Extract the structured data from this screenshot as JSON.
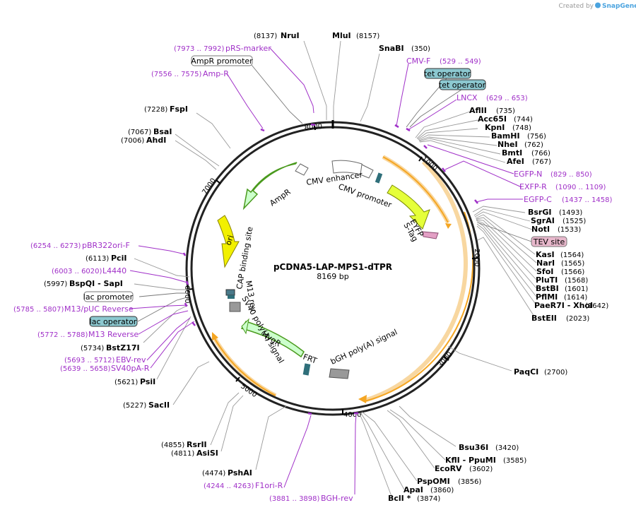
{
  "credit": {
    "prefix": "Created by",
    "brand": "SnapGene"
  },
  "plasmid": {
    "name": "pCDNA5-LAP-MPS1-dTPR",
    "size": "8169 bp"
  },
  "colors": {
    "primer": "#a030c8",
    "orange": "#f5a623",
    "green": "#4a9a1e",
    "backbone": "#222222"
  },
  "ticks": [
    "8000",
    "1000",
    "2000",
    "3000",
    "4000",
    "5000",
    "6000",
    "7000"
  ],
  "enzymes": [
    {
      "name": "NruI",
      "pos": "(8137)"
    },
    {
      "name": "MluI",
      "pos": "(8157)"
    },
    {
      "name": "SnaBI",
      "pos": "(350)"
    },
    {
      "name": "FspI",
      "pos": "(7228)"
    },
    {
      "name": "BsaI",
      "pos": "(7067)"
    },
    {
      "name": "AhdI",
      "pos": "(7006)"
    },
    {
      "name": "AflII",
      "pos": "(735)"
    },
    {
      "name": "Acc65I",
      "pos": "(744)"
    },
    {
      "name": "KpnI",
      "pos": "(748)"
    },
    {
      "name": "BamHI",
      "pos": "(756)"
    },
    {
      "name": "NheI",
      "pos": "(762)"
    },
    {
      "name": "BmtI",
      "pos": "(766)"
    },
    {
      "name": "AfeI",
      "pos": "(767)"
    },
    {
      "name": "BsrGI",
      "pos": "(1493)"
    },
    {
      "name": "SgrAI",
      "pos": "(1525)"
    },
    {
      "name": "NotI",
      "pos": "(1533)"
    },
    {
      "name": "KasI",
      "pos": "(1564)"
    },
    {
      "name": "NarI",
      "pos": "(1565)"
    },
    {
      "name": "SfoI",
      "pos": "(1566)"
    },
    {
      "name": "PluTI",
      "pos": "(1568)"
    },
    {
      "name": "BstBI",
      "pos": "(1601)"
    },
    {
      "name": "PflMI",
      "pos": "(1614)"
    },
    {
      "name": "PaeR7I  - XhoI",
      "pos": "(1642)"
    },
    {
      "name": "BstEII",
      "pos": "(2023)"
    },
    {
      "name": "PaqCI",
      "pos": "(2700)"
    },
    {
      "name": "PciI",
      "pos": "(6113)"
    },
    {
      "name": "BspQI  - SapI",
      "pos": "(5997)"
    },
    {
      "name": "BstZ17I",
      "pos": "(5734)"
    },
    {
      "name": "PsiI",
      "pos": "(5621)"
    },
    {
      "name": "SacII",
      "pos": "(5227)"
    },
    {
      "name": "RsrII",
      "pos": "(4855)"
    },
    {
      "name": "AsiSI",
      "pos": "(4811)"
    },
    {
      "name": "PshAI",
      "pos": "(4474)"
    },
    {
      "name": "Bsu36I",
      "pos": "(3420)"
    },
    {
      "name": "KflI  - PpuMI",
      "pos": "(3585)"
    },
    {
      "name": "EcoRV",
      "pos": "(3602)"
    },
    {
      "name": "PspOMI",
      "pos": "(3856)"
    },
    {
      "name": "ApaI",
      "pos": "(3860)"
    },
    {
      "name": "BclI *",
      "pos": "(3874)"
    }
  ],
  "primers": [
    {
      "name": "pRS-marker",
      "pos": "(7973 .. 7992)"
    },
    {
      "name": "Amp-R",
      "pos": "(7556 .. 7575)"
    },
    {
      "name": "CMV-F",
      "pos": "(529 .. 549)"
    },
    {
      "name": "LNCX",
      "pos": "(629 .. 653)"
    },
    {
      "name": "EGFP-N",
      "pos": "(829 .. 850)"
    },
    {
      "name": "EXFP-R",
      "pos": "(1090 .. 1109)"
    },
    {
      "name": "EGFP-C",
      "pos": "(1437 .. 1458)"
    },
    {
      "name": "pBR322ori-F",
      "pos": "(6254 .. 6273)"
    },
    {
      "name": "L4440",
      "pos": "(6003 .. 6020)"
    },
    {
      "name": "M13/pUC Reverse",
      "pos": "(5785 .. 5807)"
    },
    {
      "name": "M13 Reverse",
      "pos": "(5772 .. 5788)"
    },
    {
      "name": "EBV-rev",
      "pos": "(5693 .. 5712)"
    },
    {
      "name": "SV40pA-R",
      "pos": "(5639 .. 5658)"
    },
    {
      "name": "F1ori-R",
      "pos": "(4244 .. 4263)"
    },
    {
      "name": "BGH-rev",
      "pos": "(3881 .. 3898)"
    }
  ],
  "boxes": {
    "ampr_promoter": "AmpR promoter",
    "tet_operator_1": "tet operator",
    "tet_operator_2": "tet operator",
    "tev_site": "TEV site",
    "lac_promoter": "lac promoter",
    "lac_operator": "lac operator"
  },
  "features": {
    "cmv_enhancer": "CMV enhancer",
    "cmv_promoter": "CMV promoter",
    "ampr": "AmpR",
    "ori": "ori",
    "eyfp": "EYFP",
    "s_tag": "S-Tag",
    "cap_binding_site": "CAP binding site",
    "m13_rev": "M13 rev",
    "sv40_polya": "SV40 poly(A) signal",
    "hygr": "HygR",
    "frt": "FRT",
    "bgh_polya": "bGH poly(A) signal"
  }
}
